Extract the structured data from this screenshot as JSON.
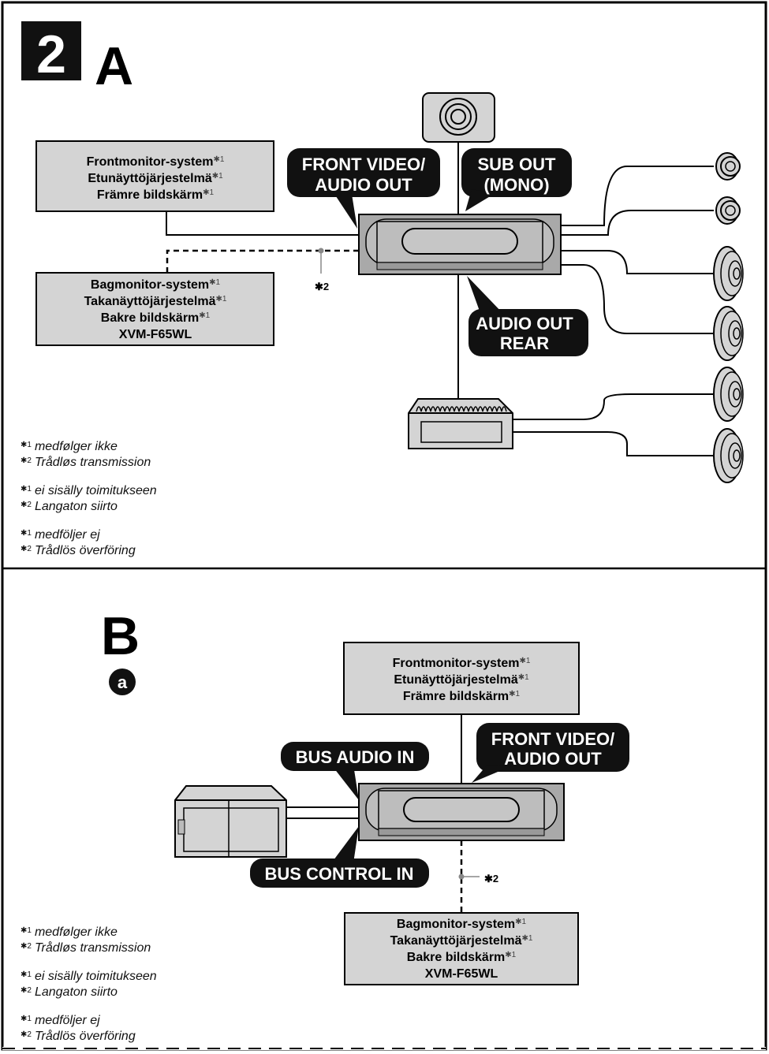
{
  "section_a": {
    "step_number": "2",
    "letter": "A",
    "front_monitor": [
      "Frontmonitor-system",
      "Etunäyttöjärjestelmä",
      "Främre bildskärm"
    ],
    "front_monitor_marks": [
      "✱1",
      "✱1",
      "✱1"
    ],
    "rear_monitor": [
      "Bagmonitor-system",
      "Takanäyttöjärjestelmä",
      "Bakre bildskärm",
      "XVM-F65WL"
    ],
    "rear_monitor_marks": [
      "✱1",
      "✱1",
      "✱1",
      ""
    ],
    "tag_front_av": [
      "FRONT VIDEO/",
      "AUDIO OUT"
    ],
    "tag_sub_out": [
      "SUB OUT",
      "(MONO)"
    ],
    "tag_audio_rear": [
      "AUDIO OUT",
      "REAR"
    ],
    "wireless_mark": "✱2",
    "notes": [
      {
        "mark": "✱1",
        "text": "medfølger ikke"
      },
      {
        "mark": "✱2",
        "text": "Trådløs transmission"
      },
      {
        "mark": "✱1",
        "text": "ei sisälly toimitukseen"
      },
      {
        "mark": "✱2",
        "text": "Langaton siirto"
      },
      {
        "mark": "✱1",
        "text": "medföljer ej"
      },
      {
        "mark": "✱2",
        "text": "Trådlös överföring"
      }
    ]
  },
  "section_b": {
    "letter": "B",
    "sub_letter": "a",
    "front_monitor": [
      "Frontmonitor-system",
      "Etunäyttöjärjestelmä",
      "Främre bildskärm"
    ],
    "front_monitor_marks": [
      "✱1",
      "✱1",
      "✱1"
    ],
    "rear_monitor": [
      "Bagmonitor-system",
      "Takanäyttöjärjestelmä",
      "Bakre bildskärm",
      "XVM-F65WL"
    ],
    "rear_monitor_marks": [
      "✱1",
      "✱1",
      "✱1",
      ""
    ],
    "tag_bus_audio_in": "BUS AUDIO IN",
    "tag_bus_control_in": "BUS CONTROL IN",
    "tag_front_av": [
      "FRONT VIDEO/",
      "AUDIO OUT"
    ],
    "wireless_mark": "✱2",
    "notes": [
      {
        "mark": "✱1",
        "text": "medfølger ikke"
      },
      {
        "mark": "✱2",
        "text": "Trådløs transmission"
      },
      {
        "mark": "✱1",
        "text": "ei sisälly toimitukseen"
      },
      {
        "mark": "✱2",
        "text": "Langaton siirto"
      },
      {
        "mark": "✱1",
        "text": "medföljer ej"
      },
      {
        "mark": "✱2",
        "text": "Trådlös överföring"
      }
    ]
  },
  "colors": {
    "box_fill": "#d4d4d4",
    "unit_fill": "#a9a9a9",
    "tag_fill": "#111111",
    "line": "#000000",
    "wireless_dot": "#888888"
  }
}
